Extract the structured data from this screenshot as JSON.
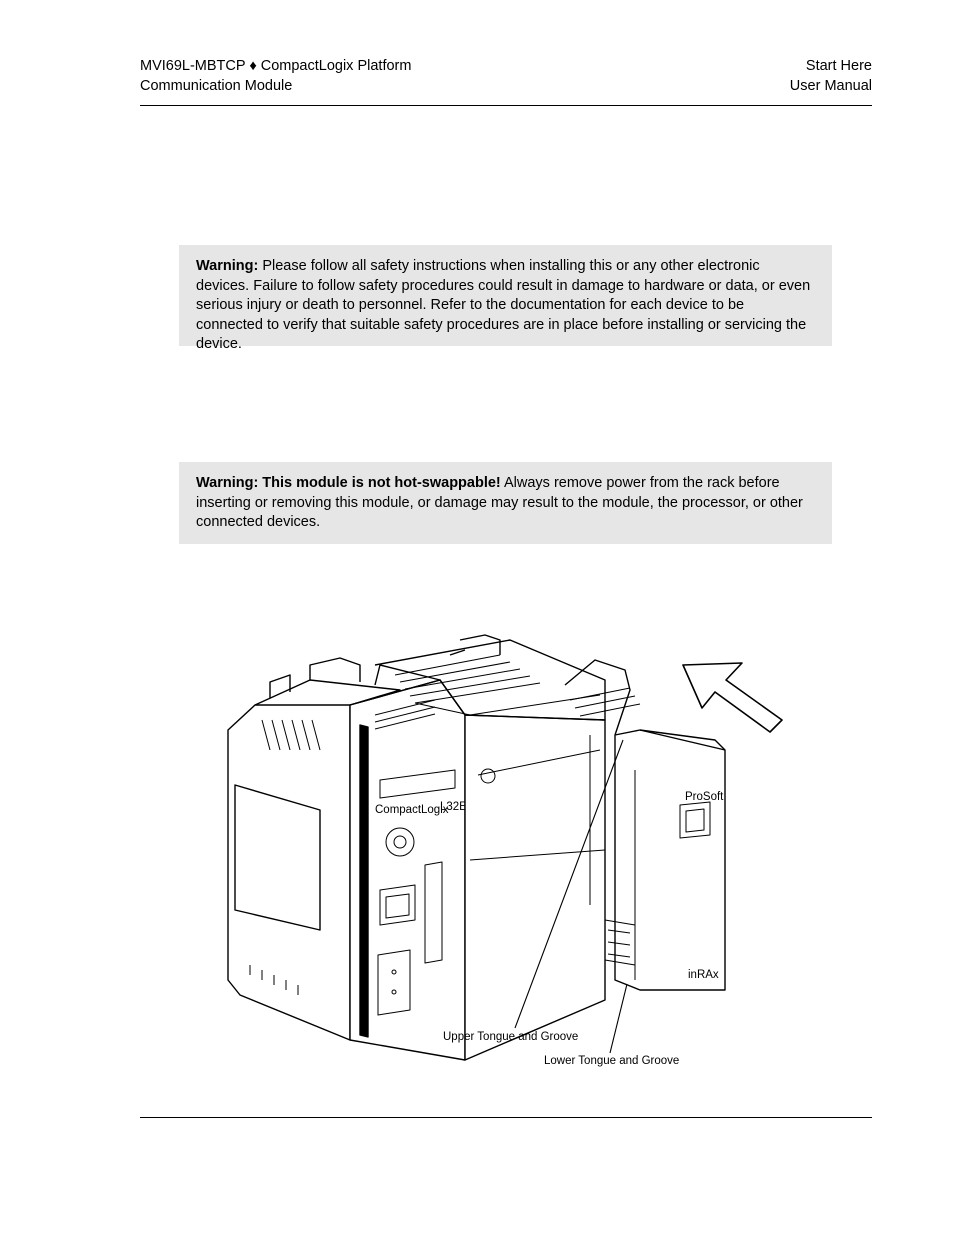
{
  "header": {
    "left_line1": "MVI69L-MBTCP ♦ CompactLogix Platform",
    "left_line2": "Communication Module",
    "right_line1": "Start Here",
    "right_line2": "User Manual"
  },
  "warning1": {
    "label": "Warning:",
    "text": " Please follow all safety instructions when installing this or any other electronic devices. Failure to follow safety procedures could result in damage to hardware or data, or even serious injury or death to personnel. Refer to the documentation for each device to be connected to verify that suitable safety procedures are in place before installing or servicing the device."
  },
  "warning2": {
    "label": "Warning: This module is not hot-swappable!",
    "text": " Always remove power from the rack before inserting or removing this module, or damage may result to the module, the processor, or other connected devices."
  },
  "figure": {
    "callout_upper": "Upper Tongue and Groove",
    "callout_lower": "Lower Tongue and Groove",
    "cpu_brand": "CompactLogix",
    "cpu_model": "L32E",
    "module_brand": "ProSoft",
    "module_footer": "inRAx"
  }
}
